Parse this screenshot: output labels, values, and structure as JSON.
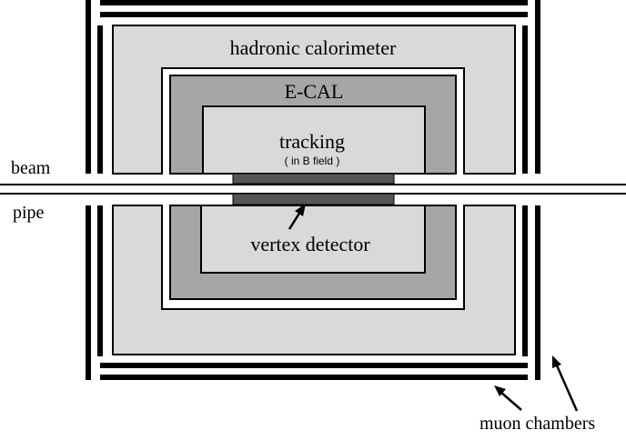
{
  "labels": {
    "hcal": "hadronic calorimeter",
    "ecal": "E-CAL",
    "tracking": "tracking",
    "tracking_note": "( in B field )",
    "vertex": "vertex detector",
    "beam": "beam",
    "pipe": "pipe",
    "muon": "muon chambers"
  },
  "colors": {
    "hcal": "#d9d9d9",
    "ecal": "#a6a6a6",
    "tracking": "#d9d9d9",
    "vertex": "#555555",
    "outline": "#000000",
    "background": "#ffffff"
  }
}
